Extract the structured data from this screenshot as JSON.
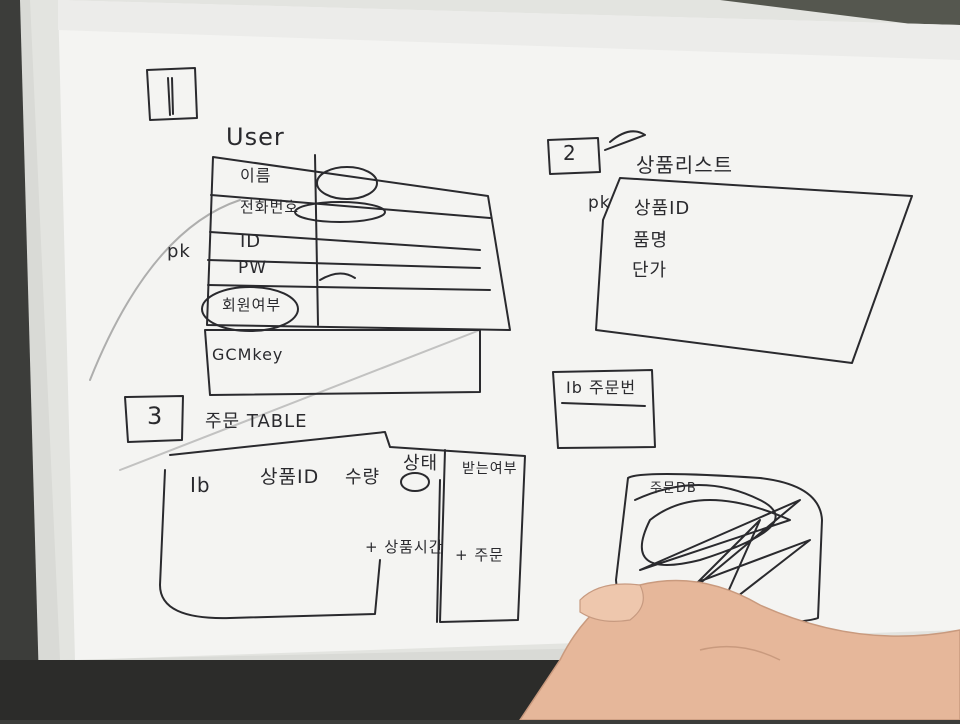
{
  "photo": {
    "subject": "hand-drawn database schema sketch on paper held by a hand",
    "colors": {
      "paper": "#f4f4f2",
      "ink": "#2a2a2e",
      "background": "#3c3d3a",
      "skin": "#e6b79a"
    }
  },
  "sheet1": {
    "number": "1",
    "table_title": "User",
    "pk_label": "pk",
    "fields": [
      "이름",
      "전화번호",
      "ID",
      "PW",
      "회원여부"
    ],
    "bottom_field": "GCMkey"
  },
  "sheet2": {
    "number": "2",
    "table_title": "상품리스트",
    "pk_label": "pk",
    "fields": [
      "상품ID",
      "품명",
      "단가"
    ]
  },
  "small_box": {
    "label": "Ib 주문번"
  },
  "sheet3": {
    "number": "3",
    "table_title": "주문 TABLE",
    "columns": [
      "Ib",
      "상품ID",
      "수량",
      "상태",
      "받는여부"
    ],
    "notes": [
      "+ 상품시간",
      "+ 주문"
    ]
  },
  "scribble": {
    "label": "주문DB"
  }
}
